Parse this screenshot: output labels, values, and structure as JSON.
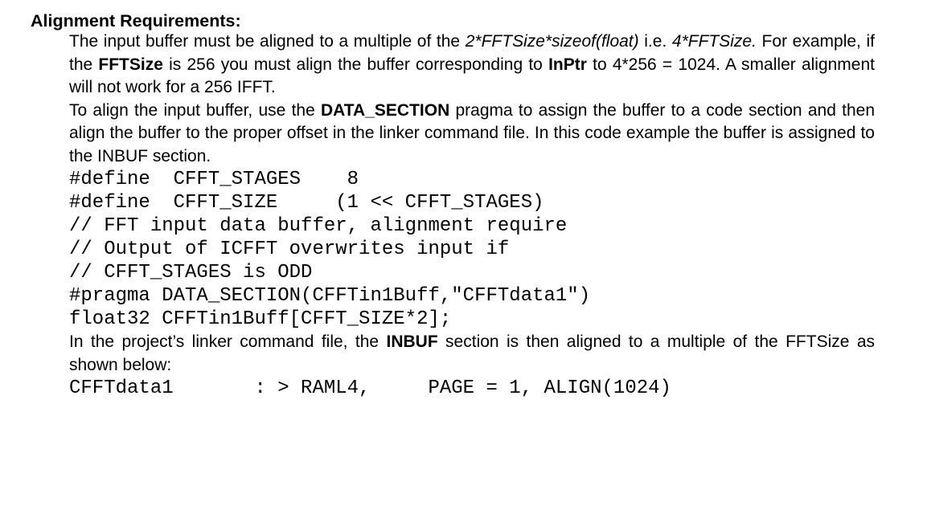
{
  "document": {
    "heading": "Alignment Requirements:",
    "colors": {
      "text": "#000000",
      "background": "#ffffff"
    },
    "paragraphs": {
      "alignment_rule": [
        {
          "t": "The input buffer must be aligned to a multiple of the ",
          "s": "n"
        },
        {
          "t": "2*FFTSize*sizeof(float)",
          "s": "i"
        },
        {
          "t": " i.e. ",
          "s": "n"
        },
        {
          "t": "4*FFTSize.",
          "s": "i"
        },
        {
          "t": " For example, if the ",
          "s": "n"
        },
        {
          "t": "FFTSize",
          "s": "b"
        },
        {
          "t": " is 256 you must align the buffer corresponding to ",
          "s": "n"
        },
        {
          "t": "InPtr",
          "s": "b"
        },
        {
          "t": " to 4*256 = 1024. A smaller alignment will not work for a 256 IFFT.",
          "s": "n"
        }
      ],
      "data_section": [
        {
          "t": "To align the input buffer, use the ",
          "s": "n"
        },
        {
          "t": "DATA_SECTION",
          "s": "b"
        },
        {
          "t": " pragma to assign the buffer to a code section and then align the buffer to the proper offset in the linker command file. In this code example the buffer is assigned to the INBUF section.",
          "s": "n"
        }
      ],
      "linker_command": [
        {
          "t": "In the project’s linker command file, the ",
          "s": "n"
        },
        {
          "t": "INBUF",
          "s": "b"
        },
        {
          "t": " section is then aligned to a multiple of the FFTSize as shown below:",
          "s": "n"
        }
      ]
    },
    "code_blocks": {
      "defines": [
        "#define  CFFT_STAGES    8",
        "#define  CFFT_SIZE     (1 << CFFT_STAGES)"
      ],
      "buffer_declaration": [
        "// FFT input data buffer, alignment require",
        "// Output of ICFFT overwrites input if",
        "// CFFT_STAGES is ODD",
        "#pragma DATA_SECTION(CFFTin1Buff,\"CFFTdata1\")",
        "float32 CFFTin1Buff[CFFT_SIZE*2];"
      ],
      "linker_section": [
        "CFFTdata1       : > RAML4,     PAGE = 1, ALIGN(1024)"
      ]
    }
  }
}
